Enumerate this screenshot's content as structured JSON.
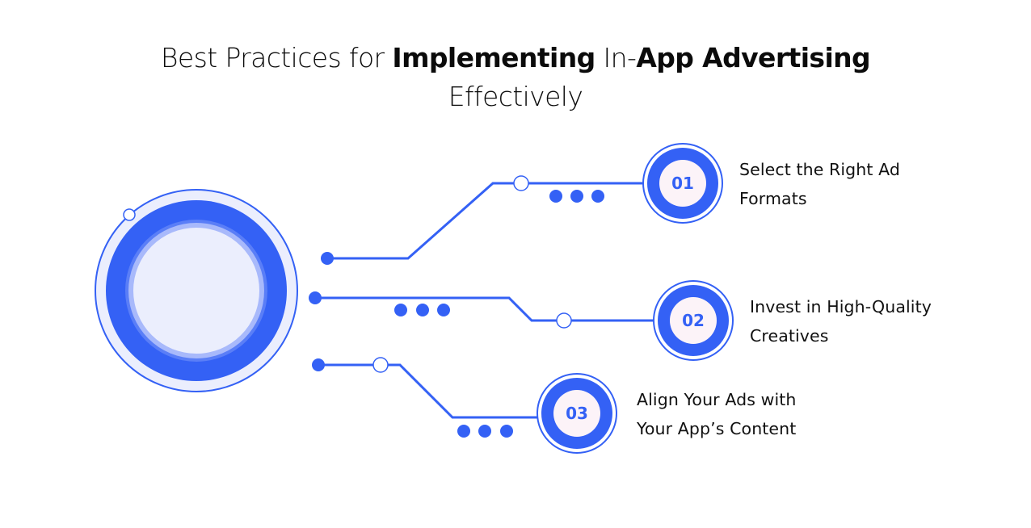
{
  "title": {
    "line1_parts": [
      {
        "text": "Best Practices for ",
        "bold": false
      },
      {
        "text": "Implementing",
        "bold": true
      },
      {
        "text": " In-",
        "bold": false
      },
      {
        "text": "App Advertising",
        "bold": true
      }
    ],
    "line2": "Effectively"
  },
  "colors": {
    "accent": "#3461f5",
    "light_fill": "#ebeefd",
    "number_fill": "#fcf3f8",
    "text": "#111111"
  },
  "steps": [
    {
      "number": "01",
      "line1": "Select the Right Ad",
      "line2": "Formats"
    },
    {
      "number": "02",
      "line1": "Invest in High-Quality",
      "line2": "Creatives"
    },
    {
      "number": "03",
      "line1": "Align Your Ads with",
      "line2": "Your App’s Content"
    }
  ]
}
